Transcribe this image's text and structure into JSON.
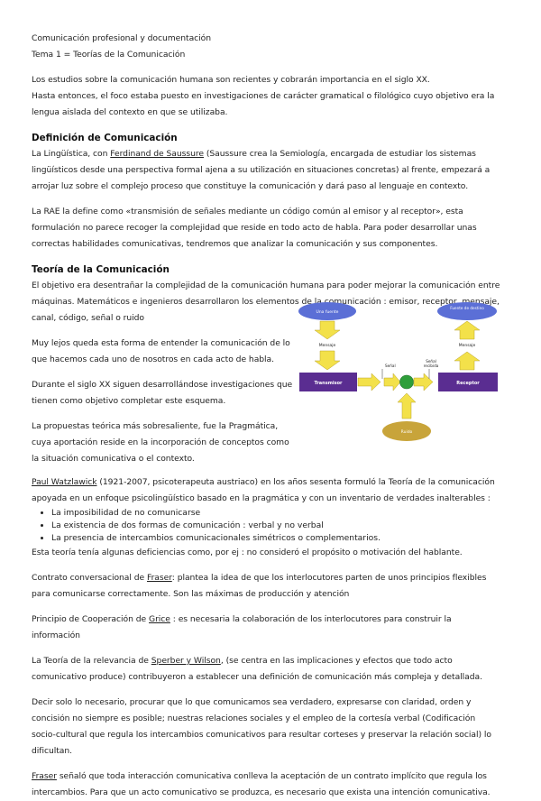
{
  "header": {
    "course": "Comunicación profesional y documentación",
    "topic": "Tema 1 = Teorías de la Comunicación"
  },
  "intro": {
    "line1": "Los estudios sobre la comunicación humana son recientes y cobrarán importancia en el siglo XX.",
    "line2": "Hasta entonces, el foco estaba puesto en investigaciones de carácter gramatical o filológico cuyo objetivo era la lengua aislada del contexto en que se utilizaba."
  },
  "sec1": {
    "heading": "Definición de Comunicación",
    "p1_pre": "La Lingüística, con ",
    "p1_link": "Ferdinand de Saussure",
    "p1_post": " (Saussure crea la Semiología, encargada de estudiar los sistemas lingüísticos desde una perspectiva formal ajena a su utilización en situaciones concretas) al frente, empezará a arrojar luz sobre el complejo proceso que constituye la comunicación y dará paso al lenguaje en contexto.",
    "p2": "La RAE la define como «transmisión de señales mediante un código común al emisor y al receptor», esta formulación no parece recoger la complejidad que reside en todo acto de habla. Para poder desarrollar unas correctas habilidades comunicativas, tendremos que analizar la comunicación y sus componentes."
  },
  "sec2": {
    "heading": "Teoría de la Comunicación",
    "p1a": "El objetivo era desentrañar la complejidad de la comunicación humana para poder mejorar la comunicación entre máquinas. Matemáticos e ingenieros desarrollaron los elementos de la comunicación : emisor, receptor, mensaje,",
    "p1b": "canal, código, señal o ruido",
    "p2": "Muy lejos queda esta forma de entender la comunicación de lo que hacemos cada uno de nosotros en cada acto de habla.",
    "p3": "Durante el siglo XX siguen desarrollándose investigaciones que tienen como objetivo completar este esquema.",
    "p4": "La propuestas teórica más sobresaliente, fue la Pragmática, cuya aportación reside en la incorporación de conceptos como la situación comunicativa o el contexto."
  },
  "diagram": {
    "source": "Una fuente",
    "dest": "Fuente de destino",
    "mensaje_left": "Mensaje",
    "mensaje_right": "Mensaje",
    "senal": "Señal",
    "senal_recibida": "Señal recibida",
    "transmisor": "Transmisor",
    "receptor": "Receptor",
    "ruido": "Ruido",
    "colors": {
      "oval": "#5b6fd6",
      "box": "#5a2d91",
      "arrow": "#f3e14a",
      "arrow_stroke": "#b9a22a",
      "ruido": "#c8a43a",
      "center": "#2e9e3a"
    }
  },
  "sec3": {
    "p1_link": "Paul Watzlawick",
    "p1_post": " (1921-2007, psicoterapeuta austriaco) en los años sesenta formuló la Teoría de la comunicación apoyada en un enfoque psicolingüístico basado en la pragmática y con un inventario de verdades inalterables :",
    "bullets": [
      "La imposibilidad de no comunicarse",
      "La existencia de dos formas de comunicación : verbal y no verbal",
      "La presencia de intercambios comunicacionales simétricos o complementarios."
    ],
    "p2": "Esta teoría tenía algunas deficiencias como, por ej : no consideró el propósito o motivación del hablante.",
    "p3_pre": "Contrato conversacional de ",
    "p3_link": "Fraser",
    "p3_post": ": plantea la idea de que los interlocutores parten de unos principios flexibles para comunicarse correctamente. Son las máximas de producción y atención",
    "p4_pre": "Principio de Cooperación de ",
    "p4_link": "Grice",
    "p4_post": " : es necesaria la colaboración de los interlocutores para construir la información",
    "p5_pre": "La Teoría de la relevancia de ",
    "p5_link": "Sperber y Wilson",
    "p5_post": ", (se centra en las implicaciones y efectos que todo acto comunicativo produce) contribuyeron a establecer una definición de comunicación más compleja y detallada.",
    "p6": "Decir solo lo necesario, procurar que lo que comunicamos sea verdadero, expresarse con claridad, orden y concisión no siempre es posible; nuestras relaciones sociales y el empleo de la cortesía verbal (Codificación socio-cultural que regula los intercambios comunicativos para resultar corteses y preservar la relación social) lo dificultan.",
    "p7_link": "Fraser",
    "p7_post": " señaló que toda interacción comunicativa conlleva la aceptación de un contrato implícito que regula los intercambios. Para que un acto comunicativo se produzca, es necesario que exista una intención comunicativa."
  }
}
